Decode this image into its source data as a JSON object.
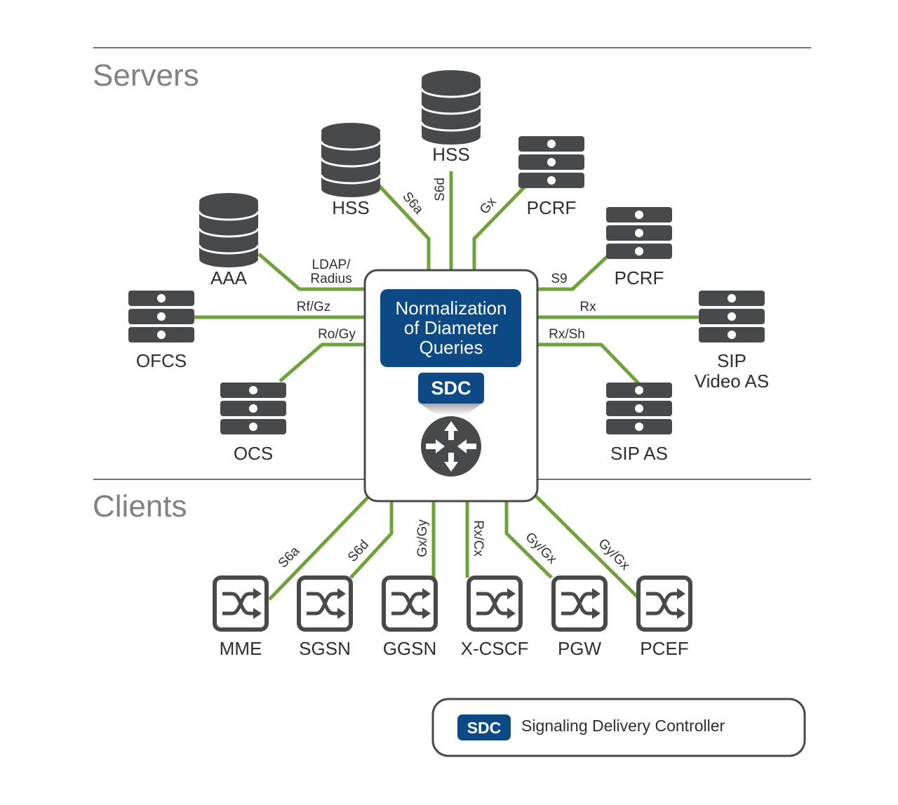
{
  "sections": {
    "servers": "Servers",
    "clients": "Clients"
  },
  "core": {
    "title_lines": [
      "Normalization",
      "of Diameter",
      "Queries"
    ],
    "badge": "SDC",
    "router_icon": "router-icon"
  },
  "servers": [
    {
      "id": "hss-top",
      "icon": "database-icon",
      "label_lines": [
        "HSS"
      ],
      "interface": "S6d"
    },
    {
      "id": "hss-left",
      "icon": "database-icon",
      "label_lines": [
        "HSS"
      ],
      "interface": "S6a"
    },
    {
      "id": "pcrf-top",
      "icon": "server-rack-icon",
      "label_lines": [
        "PCRF"
      ],
      "interface": "Gx"
    },
    {
      "id": "aaa",
      "icon": "database-icon",
      "label_lines": [
        "AAA"
      ],
      "interface_lines": [
        "LDAP/",
        "Radius"
      ]
    },
    {
      "id": "pcrf-right",
      "icon": "server-rack-icon",
      "label_lines": [
        "PCRF"
      ],
      "interface": "S9"
    },
    {
      "id": "ofcs",
      "icon": "server-rack-icon",
      "label_lines": [
        "OFCS"
      ],
      "interface": "Rf/Gz"
    },
    {
      "id": "sip-video-as",
      "icon": "server-rack-icon",
      "label_lines": [
        "SIP",
        "Video AS"
      ],
      "interface": "Rx"
    },
    {
      "id": "ocs",
      "icon": "server-rack-icon",
      "label_lines": [
        "OCS"
      ],
      "interface": "Ro/Gy"
    },
    {
      "id": "sip-as",
      "icon": "server-rack-icon",
      "label_lines": [
        "SIP AS"
      ],
      "interface": "Rx/Sh"
    }
  ],
  "clients": [
    {
      "id": "mme",
      "icon": "switch-icon",
      "label": "MME",
      "interface": "S6a"
    },
    {
      "id": "sgsn",
      "icon": "switch-icon",
      "label": "SGSN",
      "interface": "S6d"
    },
    {
      "id": "ggsn",
      "icon": "switch-icon",
      "label": "GGSN",
      "interface": "Gx/Gy"
    },
    {
      "id": "x-cscf",
      "icon": "switch-icon",
      "label": "X-CSCF",
      "interface": "Rx/Cx"
    },
    {
      "id": "pgw",
      "icon": "switch-icon",
      "label": "PGW",
      "interface": "Gy/Gx"
    },
    {
      "id": "pcef",
      "icon": "switch-icon",
      "label": "PCEF",
      "interface": "Gy/Gx"
    }
  ],
  "legend": {
    "badge": "SDC",
    "text": "Signaling Delivery Controller"
  },
  "colors": {
    "link": "#6ea23a",
    "navy": "#0d4a85",
    "icon": "#48494b",
    "rule": "#6d6e71"
  }
}
